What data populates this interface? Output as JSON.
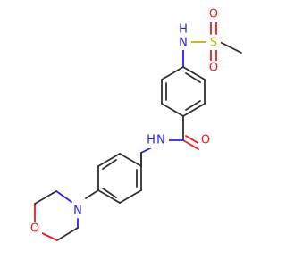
{
  "colors": {
    "carbon": "#303030",
    "nitrogen": "#2424ee",
    "oxygen": "#ee1a1a",
    "sulfur": "#b8b800",
    "background": "#ffffff"
  },
  "atoms": {
    "sulfonamide_n": "N",
    "sulfonamide_h": "H",
    "sulfur": "S",
    "sulfonyl_o_1": "O",
    "sulfonyl_o_2": "O",
    "amide_n": "N",
    "amide_h": "H",
    "amide_o": "O",
    "morpholine_n": "N",
    "morpholine_o": "O"
  }
}
